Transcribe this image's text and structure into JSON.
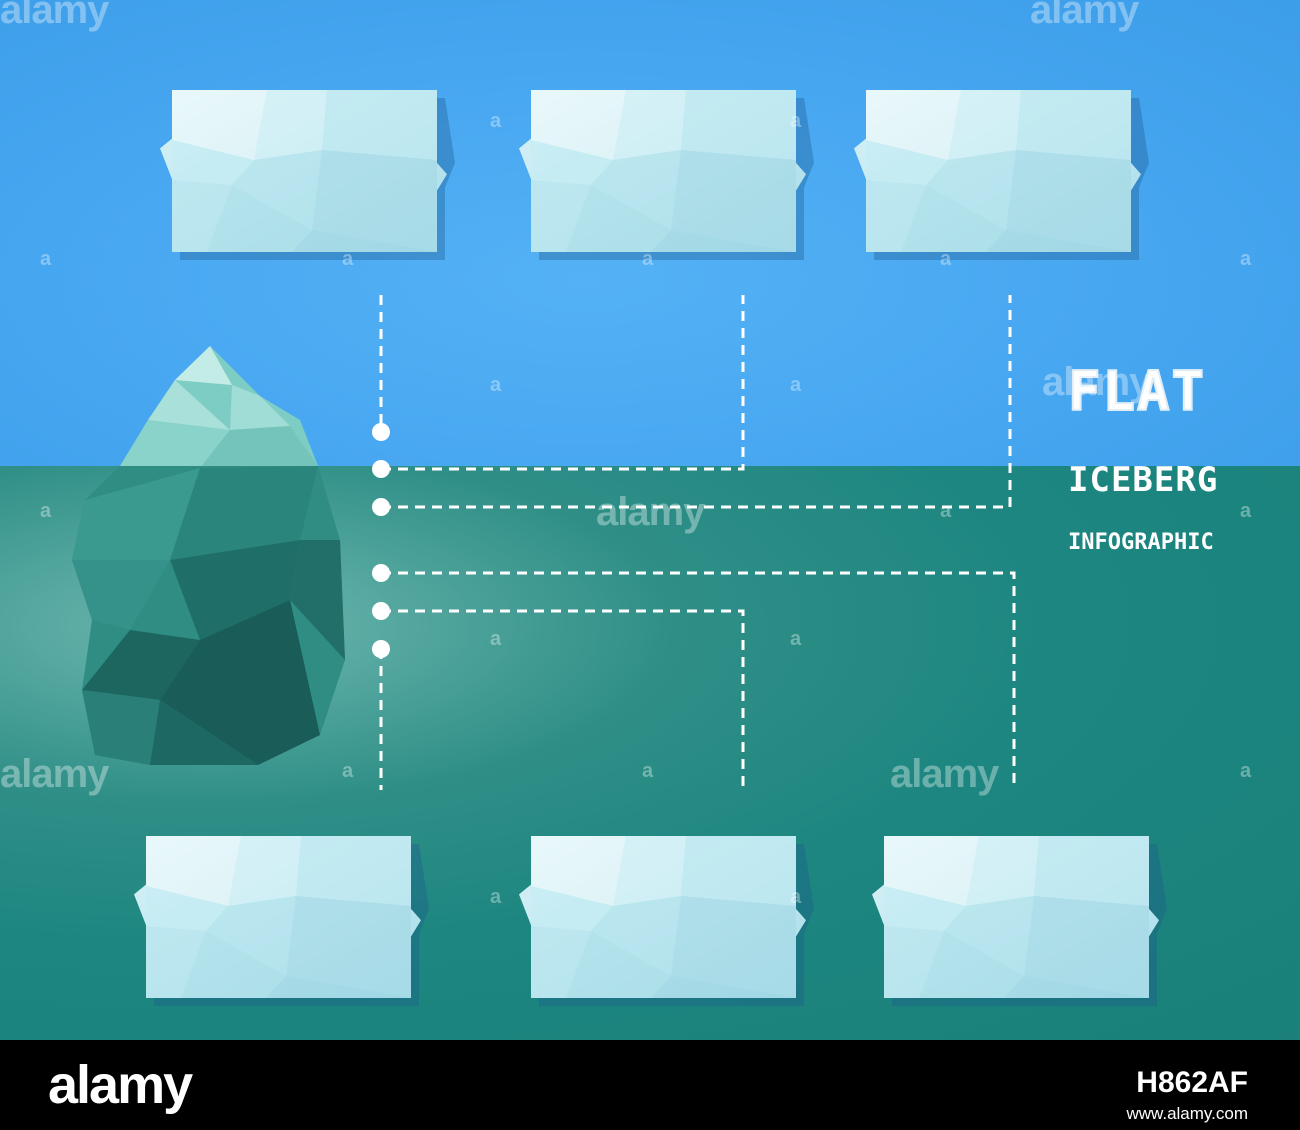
{
  "infographic": {
    "title_line1": "FLAT",
    "title_line2": "ICEBERG",
    "title_line3": "INFOGRAPHIC"
  },
  "colors": {
    "sky": "#46a6f0",
    "sea": "#1d8680",
    "ice_light": "#cdeff5",
    "ice_mid": "#a7dde8",
    "ice_dark": "#7fc8d8",
    "connector": "#ffffff"
  },
  "watermark": {
    "brand": "alamy",
    "mark": "a"
  },
  "footer": {
    "logo": "alamy",
    "image_id": "H862AF",
    "url": "www.alamy.com"
  }
}
